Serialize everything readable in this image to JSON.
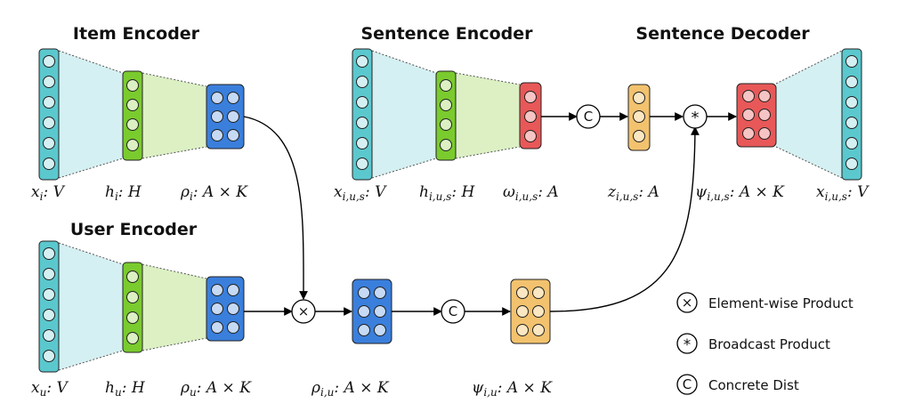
{
  "titles": {
    "item_encoder": "Item Encoder",
    "sentence_encoder": "Sentence Encoder",
    "sentence_decoder": "Sentence Decoder",
    "user_encoder": "User Encoder"
  },
  "labels": {
    "x_i": {
      "main": "x",
      "sub": "i",
      "rest": ": V"
    },
    "h_i": {
      "main": "h",
      "sub": "i",
      "rest": ": H"
    },
    "rho_i": {
      "main": "ρ",
      "sub": "i",
      "rest": ": A × K"
    },
    "x_ius": {
      "main": "x",
      "sub": "i,u,s",
      "rest": ": V"
    },
    "h_ius": {
      "main": "h",
      "sub": "i,u,s",
      "rest": ": H"
    },
    "omega_ius": {
      "main": "ω",
      "sub": "i,u,s",
      "rest": ": A"
    },
    "z_ius": {
      "main": "z",
      "sub": "i,u,s",
      "rest": ": A"
    },
    "psi_ius": {
      "main": "ψ",
      "sub": "i,u,s",
      "rest": ": A × K"
    },
    "x_ius_out": {
      "main": "x",
      "sub": "i,u,s",
      "rest": ": V"
    },
    "x_u": {
      "main": "x",
      "sub": "u",
      "rest": ": V"
    },
    "h_u": {
      "main": "h",
      "sub": "u",
      "rest": ": H"
    },
    "rho_u": {
      "main": "ρ",
      "sub": "u",
      "rest": ": A × K"
    },
    "rho_iu": {
      "main": "ρ",
      "sub": "i,u",
      "rest": ": A × K"
    },
    "psi_iu": {
      "main": "ψ",
      "sub": "i,u",
      "rest": ": A × K"
    }
  },
  "operators": {
    "element_wise": "×",
    "broadcast": "*",
    "concrete": "C"
  },
  "legend": {
    "element_wise": "Element-wise Product",
    "broadcast": "Broadcast Product",
    "concrete": "Concrete Dist"
  },
  "colors": {
    "teal": "#5bc8ce",
    "teal_fill": "#d5f0f2",
    "green": "#7acb2e",
    "green_fill": "#dcf0c4",
    "blue": "#3a7fdc",
    "red": "#e85858",
    "orange": "#f2c26e"
  }
}
